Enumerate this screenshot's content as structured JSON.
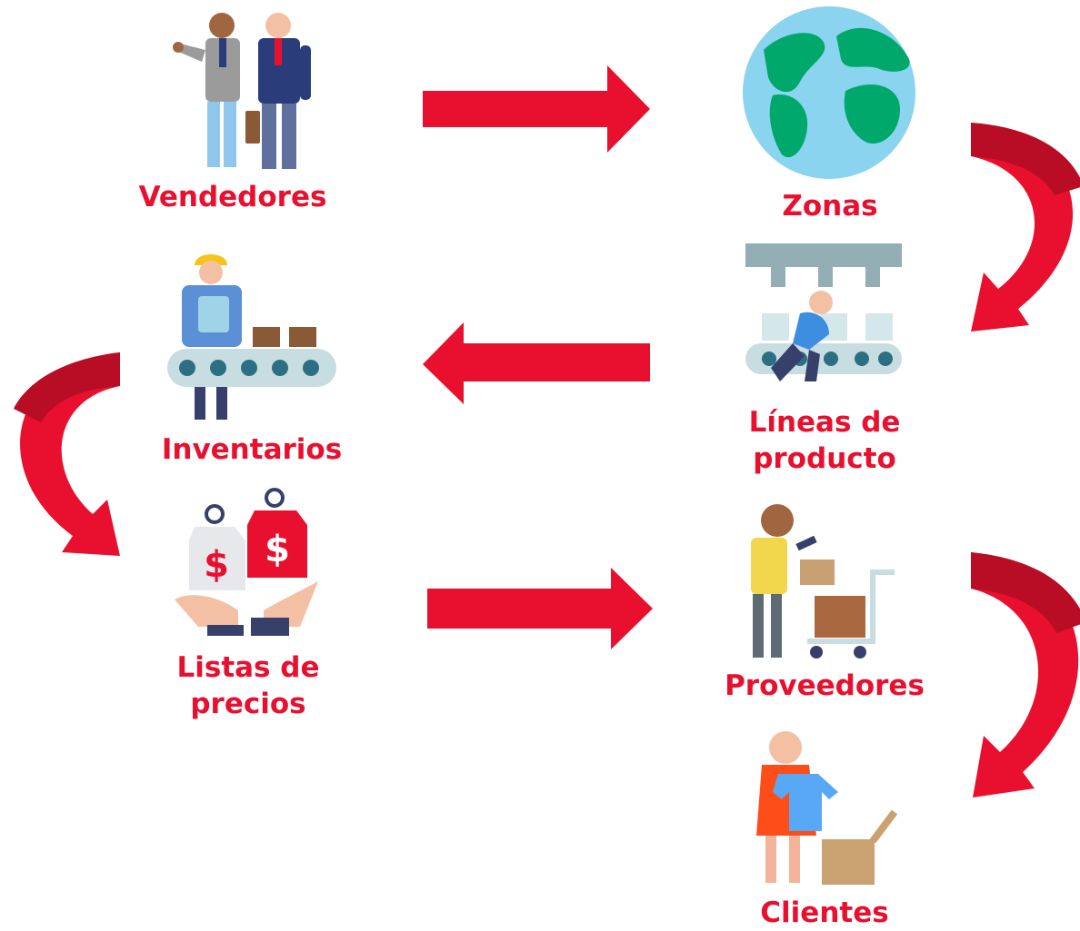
{
  "colors": {
    "accent": "#e8102e"
  },
  "nodes": {
    "vendedores": {
      "label": "Vendedores",
      "icon": "salesmen-icon"
    },
    "zonas": {
      "label": "Zonas",
      "icon": "globe-icon"
    },
    "lineas": {
      "label_line1": "Líneas de",
      "label_line2": "producto",
      "icon": "production-line-icon"
    },
    "inventarios": {
      "label": "Inventarios",
      "icon": "conveyor-worker-icon"
    },
    "listas": {
      "label_line1": "Listas de",
      "label_line2": "precios",
      "icon": "price-tags-icon"
    },
    "proveedores": {
      "label": "Proveedores",
      "icon": "delivery-worker-icon"
    },
    "clientes": {
      "label": "Clientes",
      "icon": "customer-icon"
    }
  }
}
